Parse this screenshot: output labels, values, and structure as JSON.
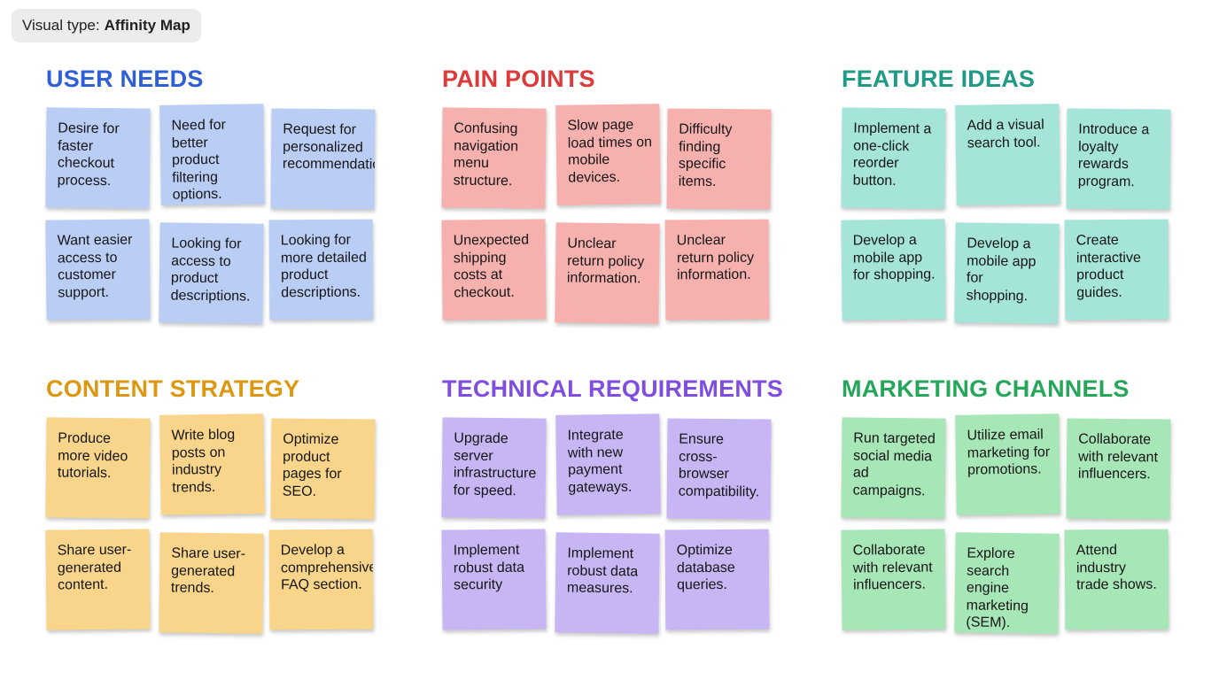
{
  "badge": {
    "label": "Visual type:",
    "value": "Affinity Map"
  },
  "clusters": [
    {
      "title": "USER NEEDS",
      "color": "#2f5fd6",
      "note_color": "#b9cdf5",
      "notes": [
        [
          "Desire for",
          "faster",
          "checkout",
          "process."
        ],
        [
          "Need for",
          "better",
          "product",
          "filtering",
          "options."
        ],
        [
          "Request for",
          "personalized",
          "recommendations."
        ],
        [
          "Want easier",
          "access to",
          "customer",
          "support."
        ],
        [
          "Looking for",
          "access to",
          "product",
          "descriptions."
        ],
        [
          "Looking for",
          "more detailed",
          "product",
          "descriptions."
        ]
      ]
    },
    {
      "title": "PAIN POINTS",
      "color": "#dd3a3a",
      "note_color": "#f6b1ae",
      "notes": [
        [
          "Confusing",
          "navigation",
          "menu",
          "structure."
        ],
        [
          "Slow page",
          "load times on",
          "mobile",
          "devices."
        ],
        [
          "Difficulty",
          "finding",
          "specific",
          "items."
        ],
        [
          "Unexpected",
          "shipping",
          "costs at",
          "checkout."
        ],
        [
          "Unclear",
          "return policy",
          "information."
        ],
        [
          "Unclear",
          "return policy",
          "information."
        ]
      ]
    },
    {
      "title": "FEATURE IDEAS",
      "color": "#1f9a86",
      "note_color": "#a5e4d9",
      "notes": [
        [
          "Implement a",
          "one-click",
          "reorder",
          "button."
        ],
        [
          "Add a visual",
          "search tool."
        ],
        [
          "Introduce a",
          "loyalty",
          "rewards",
          "program."
        ],
        [
          "Develop a",
          "mobile app",
          "for shopping."
        ],
        [
          "Develop a",
          "mobile app for",
          "shopping."
        ],
        [
          "Create",
          "interactive",
          "product",
          "guides."
        ]
      ]
    },
    {
      "title": "CONTENT STRATEGY",
      "color": "#dd9811",
      "note_color": "#f8d58a",
      "notes": [
        [
          "Produce",
          "more video",
          "tutorials."
        ],
        [
          "Write blog",
          "posts on",
          "industry",
          "trends."
        ],
        [
          "Optimize",
          "product",
          "pages for",
          "SEO."
        ],
        [
          "Share user-",
          "generated",
          "content."
        ],
        [
          "Share user-",
          "generated",
          "trends."
        ],
        [
          "Develop a",
          "comprehensive",
          "FAQ section."
        ]
      ]
    },
    {
      "title": "TECHNICAL REQUIREMENTS",
      "color": "#7f4ee0",
      "note_color": "#c7b5f4",
      "notes": [
        [
          "Upgrade",
          "server",
          "infrastructure",
          "for speed."
        ],
        [
          "Integrate",
          "with new",
          "payment",
          "gateways."
        ],
        [
          "Ensure",
          "cross-browser",
          "compatibility."
        ],
        [
          "Implement",
          "robust data",
          "security"
        ],
        [
          "Implement",
          "robust data",
          "measures."
        ],
        [
          "Optimize",
          "database",
          "queries."
        ]
      ]
    },
    {
      "title": "MARKETING CHANNELS",
      "color": "#25a65a",
      "note_color": "#a7e6b6",
      "notes": [
        [
          "Run targeted",
          "social media",
          "ad campaigns."
        ],
        [
          "Utilize email",
          "marketing for",
          "promotions."
        ],
        [
          "Collaborate",
          "with relevant",
          "influencers."
        ],
        [
          "Collaborate",
          "with relevant",
          "influencers."
        ],
        [
          "Explore",
          "search engine",
          "marketing",
          "(SEM)."
        ],
        [
          "Attend",
          "industry",
          "trade shows."
        ]
      ]
    }
  ]
}
